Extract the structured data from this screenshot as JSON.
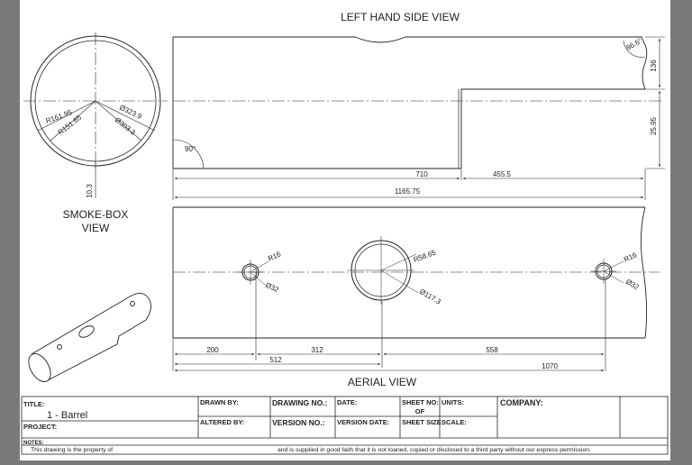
{
  "views": {
    "left_hand_side": "LEFT HAND SIDE VIEW",
    "smoke_box_line1": "SMOKE-BOX",
    "smoke_box_line2": "VIEW",
    "aerial": "AERIAL VIEW"
  },
  "dims_side": {
    "angle_top": "86.6°",
    "angle_bottom": "90°",
    "right_top": "136",
    "right_bottom": "25.95",
    "d710": "710",
    "d455": "455.5",
    "total": "1165.75"
  },
  "dims_smoke": {
    "r_outer": "R161.95",
    "r_inner": "R151.65",
    "d_outer": "Ø323.9",
    "d_inner": "Ø303.3",
    "wall": "10.3"
  },
  "dims_aerial": {
    "r16a": "R16",
    "d32a": "Ø32",
    "r58": "R58.65",
    "d117": "Ø117.3",
    "r16b": "R16",
    "d32b": "Ø32",
    "d200": "200",
    "d312": "312",
    "d558": "558",
    "d512": "512",
    "d1070": "1070"
  },
  "title_block": {
    "title_label": "TITLE:",
    "title_value": "1 - Barrel",
    "project_label": "PROJECT:",
    "drawn_by": "DRAWN BY:",
    "altered_by": "ALTERED BY:",
    "drawing_no": "DRAWING NO.:",
    "version_no": "VERSION NO.:",
    "date": "DATE:",
    "version_date": "VERSION DATE:",
    "sheet_no": "SHEET NO:",
    "of": "OF",
    "sheet_size": "SHEET SIZE:",
    "units": "UNITS:",
    "scale": "SCALE:",
    "company": "COMPANY:",
    "notes_label": "NOTES:",
    "note_left": "This drawing is the property of",
    "note_right": "and is supplied in good faith that it is not loaned, copied or disclosed to a third party without our express permission."
  }
}
